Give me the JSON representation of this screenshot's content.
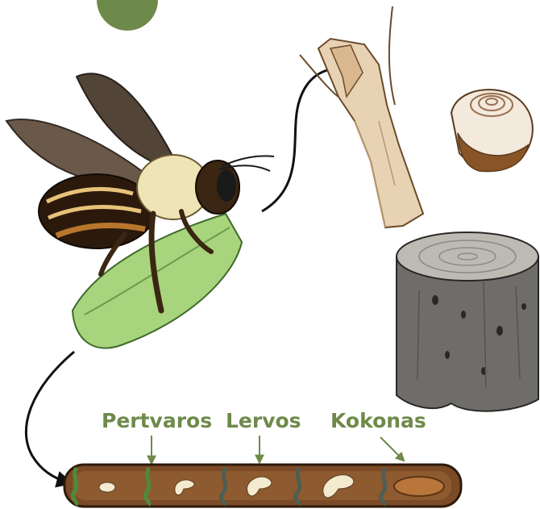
{
  "labels": {
    "partitions": "Pertvaros",
    "larvae": "Lervos",
    "cocoon": "Kokonas"
  },
  "colors": {
    "label_green": "#6e8a4a",
    "leaf_green": "#a7d47c",
    "bee_brown": "#3a2612",
    "stem_tan": "#e8d2b4",
    "stump_grey": "#6f6d6a",
    "tube_brown": "#7b4a26",
    "cocoon_orange": "#b8763a",
    "snail_cream": "#f3e9dc"
  },
  "icons": [
    "bee-icon",
    "leaf-icon",
    "hollow-stem-icon",
    "snail-shell-icon",
    "tree-stump-icon",
    "nest-tube-icon"
  ]
}
